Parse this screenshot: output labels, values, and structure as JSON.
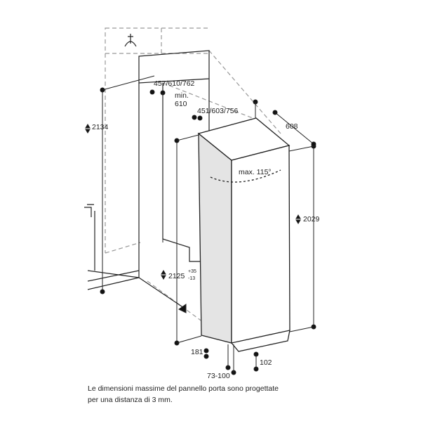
{
  "dimensions": {
    "niche_height": "2134",
    "appliance_height": "2029",
    "niche_opening_height": "2125",
    "niche_opening_tolerance_plus": "+35",
    "niche_opening_tolerance_minus": "-13",
    "panel_widths": "457/610/762",
    "min_depth_label": "min.",
    "min_depth_value": "610",
    "appliance_widths": "451/603/756",
    "appliance_depth": "608",
    "door_opening_angle": "max. 115°",
    "plinth_height": "181",
    "foot_depth": "102",
    "plinth_setback": "73-100"
  },
  "caption": {
    "line1": "Le dimensioni massime del pannello porta sono progettate",
    "line2": "per una distanza di 3 mm."
  },
  "colors": {
    "line": "#222222",
    "dashed": "#999999",
    "side_shade": "#e4e4e4"
  }
}
